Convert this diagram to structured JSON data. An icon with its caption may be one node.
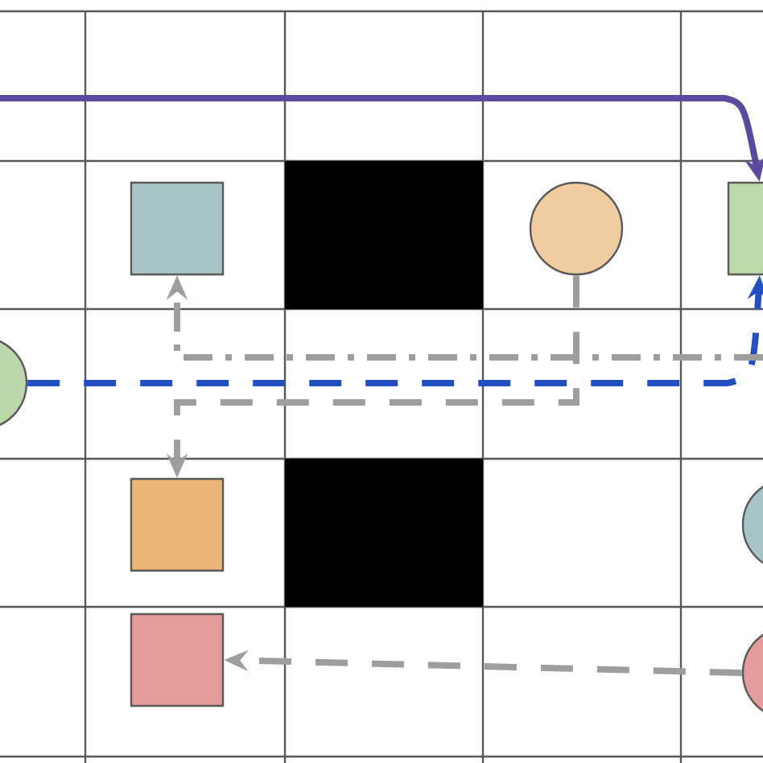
{
  "diagram": {
    "nodes": [
      {
        "text": [],
        "shape": "circle"
      },
      {
        "text": [],
        "shape": "box"
      },
      {
        "text": [],
        "shape": "circle"
      },
      {
        "text": [],
        "shape": "box"
      },
      {
        "text": [],
        "shape": "box"
      },
      {
        "text": [],
        "shape": "circle"
      },
      {
        "text": [],
        "shape": "box"
      },
      {
        "text": [],
        "shape": "circle"
      },
      {
        "text": [],
        "shape": "box"
      },
      {
        "text": [],
        "shape": "box"
      }
    ],
    "edges": [
      {
        "from": null,
        "to": 3,
        "arrow": "to",
        "color": "#5b4a9e"
      },
      {
        "from": 0,
        "to": 3,
        "arrow": "to",
        "style": "dashed",
        "color": "#2350c0"
      },
      {
        "from": null,
        "to": 1,
        "arrow": "to",
        "style": "dashed"
      },
      {
        "from": 2,
        "to": 4,
        "arrow": "to",
        "style": "dashed"
      },
      {
        "from": 7,
        "to": 6,
        "arrow": "to",
        "style": "dashed"
      }
    ]
  }
}
